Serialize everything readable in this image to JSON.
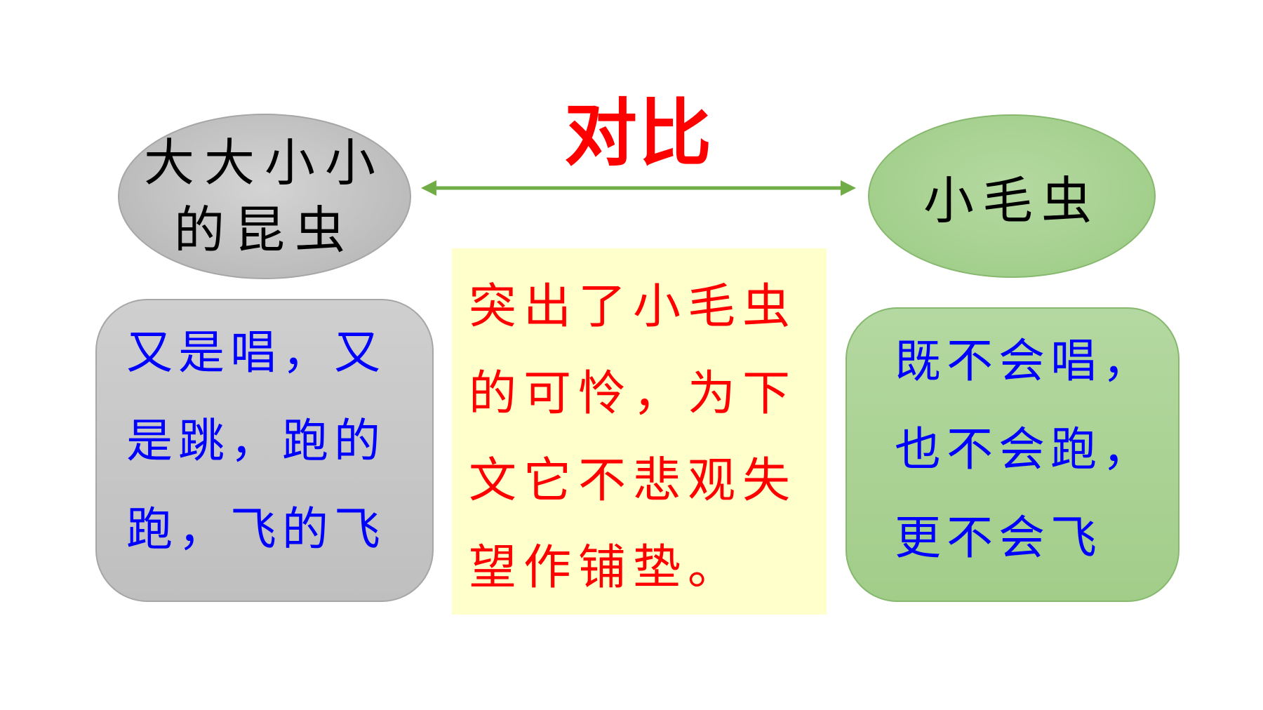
{
  "slide": {
    "title": "对比",
    "arrow_color": "#70ad47",
    "left_ellipse": {
      "lines": [
        "大大小小",
        "的昆虫"
      ],
      "fill_color": "#bfbfbf"
    },
    "right_ellipse": {
      "text": "小毛虫",
      "fill_color": "#a9d18e"
    },
    "left_box": {
      "lines": [
        "又是唱，又",
        "是跳，跑的",
        "跑，飞的飞"
      ],
      "text_color": "#0000ff"
    },
    "center_box": {
      "lines": [
        "突出了小毛虫",
        "的可怜，为下",
        "文它不悲观失",
        "望作铺垫。"
      ],
      "text_color": "#ff0000",
      "fill_color": "#ffffcc"
    },
    "right_box": {
      "lines": [
        "既不会唱，",
        "也不会跑，",
        "更不会飞"
      ],
      "text_color": "#0000ff"
    }
  }
}
